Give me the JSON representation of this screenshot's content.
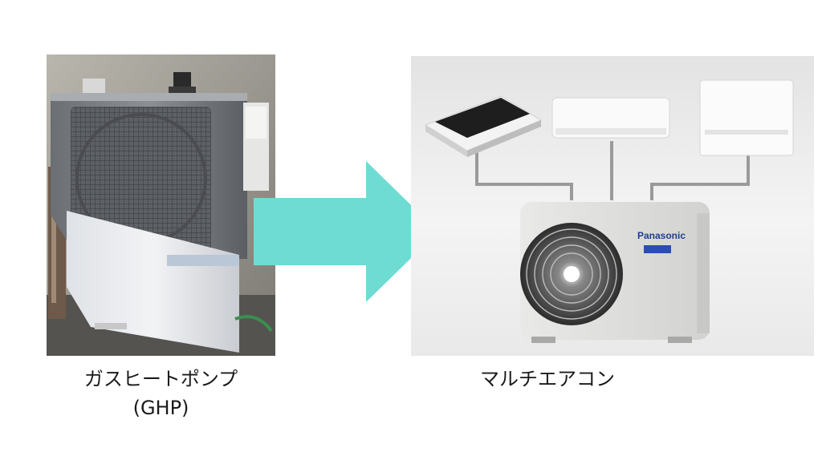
{
  "left": {
    "label_line1": "ガスヒートポンプ",
    "label_line2": "(GHP)"
  },
  "right": {
    "label": "マルチエアコン",
    "brand_text": "Panasonic"
  },
  "colors": {
    "arrow": "#6fdcd4",
    "background": "#ffffff"
  },
  "icons": [
    "ghp-unit-photo",
    "right-arrow-icon",
    "multi-aircon-illustration"
  ]
}
